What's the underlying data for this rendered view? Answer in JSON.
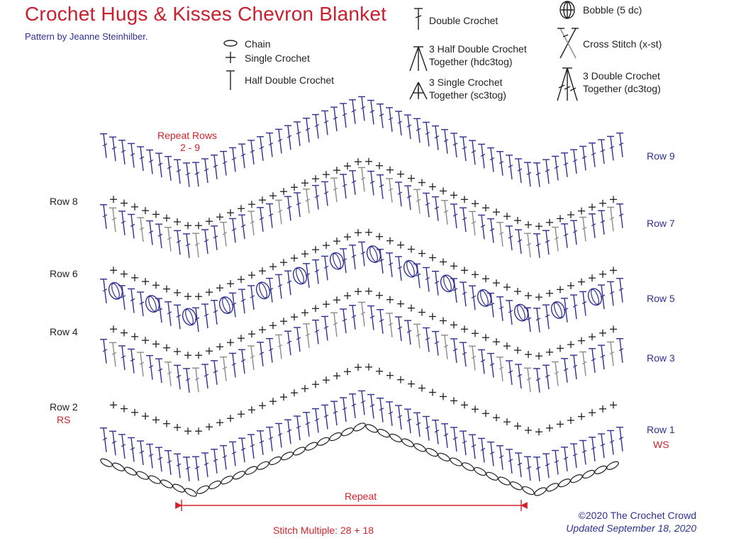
{
  "header": {
    "title": "Crochet Hugs & Kisses Chevron Blanket",
    "byline": "Pattern by Jeanne Steinhilber."
  },
  "legend": {
    "chain": "Chain",
    "single_crochet": "Single Crochet",
    "half_double_crochet": "Half Double Crochet",
    "double_crochet": "Double Crochet",
    "hdc3tog_line1": "3 Half Double Crochet",
    "hdc3tog_line2": "Together (hdc3tog)",
    "sc3tog_line1": "3 Single Crochet",
    "sc3tog_line2": "Together (sc3tog)",
    "bobble": "Bobble (5 dc)",
    "cross_stitch": "Cross Stitch (x-st)",
    "dc3tog_line1": "3 Double Crochet",
    "dc3tog_line2": "Together (dc3tog)"
  },
  "diagram": {
    "repeat_rows_line1": "Repeat Rows",
    "repeat_rows_line2": "2 - 9",
    "rows_left": [
      "Row 8",
      "Row 6",
      "Row 4",
      "Row 2"
    ],
    "rs_label": "RS",
    "rows_right": [
      "Row 9",
      "Row 7",
      "Row 5",
      "Row 3",
      "Row 1"
    ],
    "ws_label": "WS",
    "repeat_label": "Repeat",
    "stitch_multiple": "Stitch Multiple: 28 + 18"
  },
  "footer": {
    "copyright": "©2020 The Crochet Crowd",
    "updated": "Updated September 18, 2020"
  },
  "colors": {
    "title_red": "#c8202f",
    "stitch_blue": "#2e3192",
    "stitch_black": "#231f20",
    "stitch_grey": "#8a8a8a"
  }
}
